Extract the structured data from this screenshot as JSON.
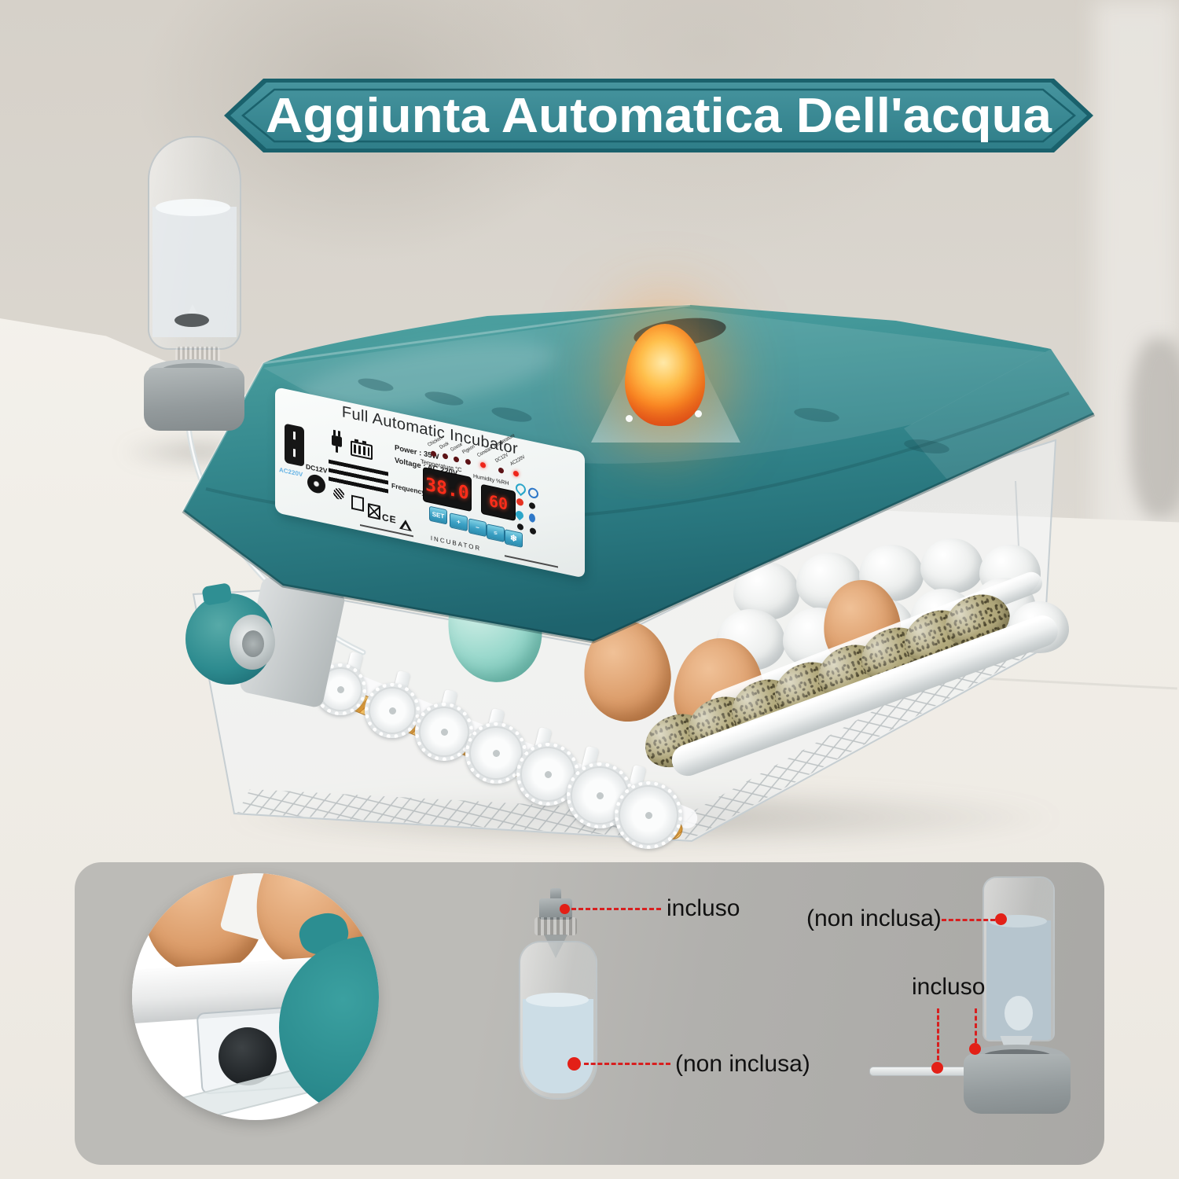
{
  "banner": {
    "title": "Aggiunta Automatica Dell'acqua"
  },
  "incubator": {
    "panel": {
      "title": "Full Automatic Incubator",
      "ac_socket_label": "AC220V",
      "dc_jack_label": "DC12V",
      "specs": [
        "Power : 35W",
        "Voltage : AC 220V",
        "DC 12V",
        "Frequency : 50-60Hz"
      ],
      "certification_icons": [
        "plug-icon",
        "battery-icon",
        "stripes-icon",
        "globe-icon",
        "frame-icon",
        "crossed-bin-icon",
        "ce-mark",
        "recycle-icon"
      ],
      "ce_mark": "CE",
      "indicators": [
        {
          "label": "Chicken",
          "lit": false
        },
        {
          "label": "Duck",
          "lit": false
        },
        {
          "label": "Goose",
          "lit": false
        },
        {
          "label": "Pigeon",
          "lit": false
        },
        {
          "label": "Constant Temperature",
          "lit": true
        },
        {
          "label": "DC12V",
          "lit": false
        },
        {
          "label": "AC220V",
          "lit": true
        }
      ],
      "temperature": {
        "label": "Temperature °C",
        "value": "38.0"
      },
      "humidity": {
        "label": "Humidity %RH",
        "value": "60"
      },
      "buttons": [
        {
          "label": "SET"
        },
        {
          "label": "+"
        },
        {
          "label": "−"
        },
        {
          "label": "≡",
          "icon": "mode-icon"
        },
        {
          "label": "❄",
          "icon": "defrost-icon"
        }
      ],
      "status_icons": [
        "water-drop-icon",
        "power-ring-icon",
        "heat-dot-icon",
        "water-drop-filled-icon",
        "humidity-oval-icon"
      ],
      "footer": "INCUBATOR"
    }
  },
  "water_info": {
    "bottle": {
      "cap_label": "incluso",
      "body_label": "(non inclusa)"
    },
    "dispenser": {
      "bottle_label": "(non inclusa)",
      "base_label": "incluso"
    }
  },
  "colors": {
    "banner_fill": "#3a8b95",
    "banner_border": "#1a616c",
    "lid_teal": "#2f868c",
    "rod_orange": "#e09a33",
    "display_red": "#ff2d1a",
    "callout_red": "#e01e1e",
    "info_panel_gray": "#b3b2ae"
  }
}
